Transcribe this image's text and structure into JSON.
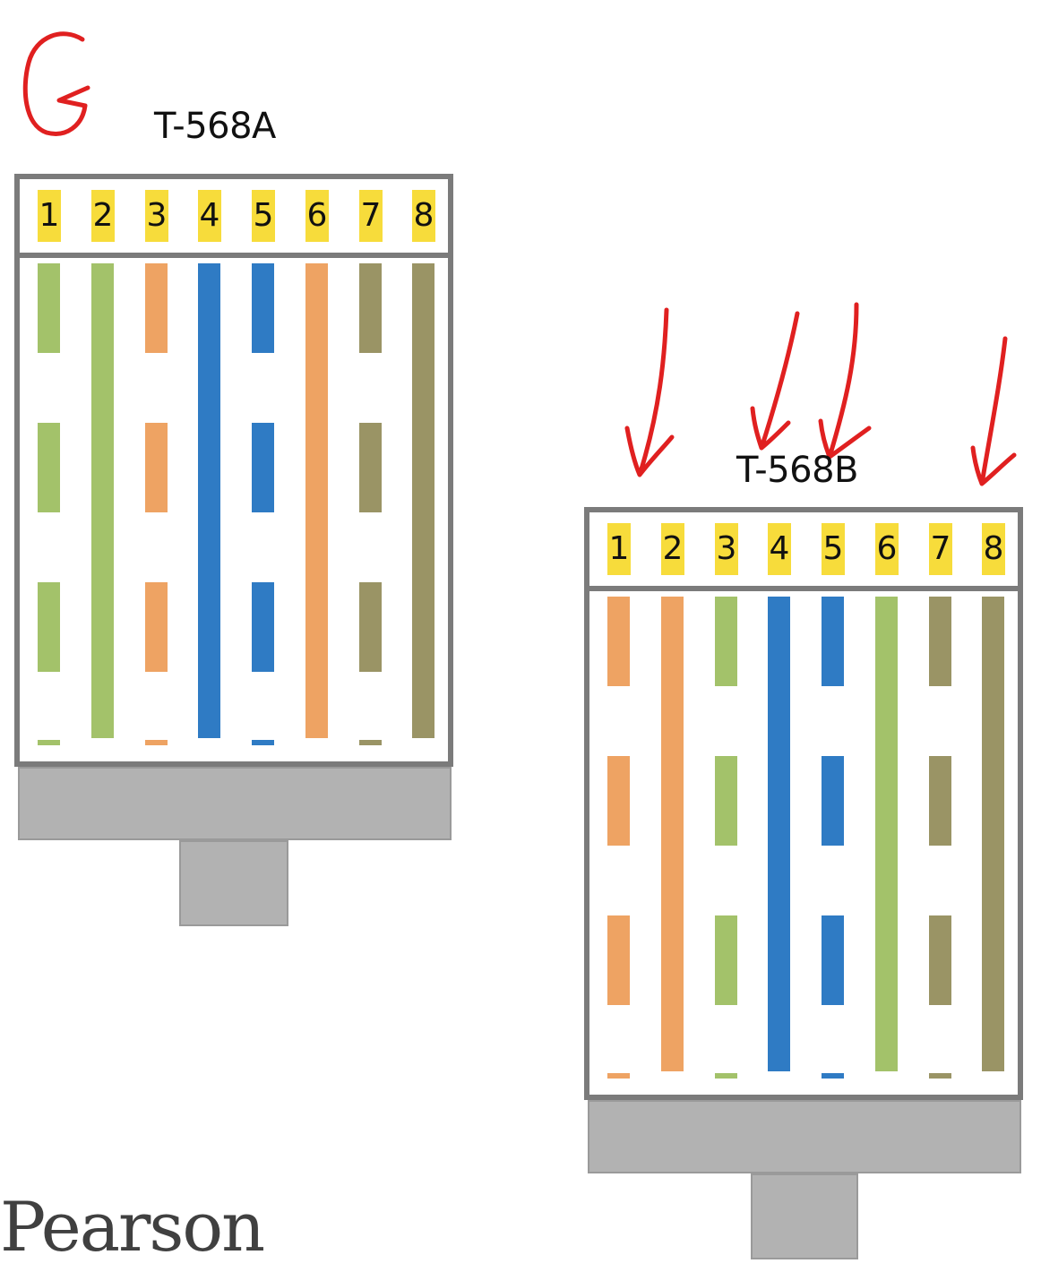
{
  "annotation_letter": "G",
  "plugs": [
    {
      "key": "a",
      "title": "T-568A",
      "pins": [
        "1",
        "2",
        "3",
        "4",
        "5",
        "6",
        "7",
        "8"
      ],
      "wires": [
        {
          "color": "#a3c26a",
          "striped": true
        },
        {
          "color": "#a3c26a",
          "striped": false
        },
        {
          "color": "#eea363",
          "striped": true
        },
        {
          "color": "#2f7bc4",
          "striped": false
        },
        {
          "color": "#2f7bc4",
          "striped": true
        },
        {
          "color": "#eea363",
          "striped": false
        },
        {
          "color": "#9a9465",
          "striped": true
        },
        {
          "color": "#9a9465",
          "striped": false
        }
      ]
    },
    {
      "key": "b",
      "title": "T-568B",
      "pins": [
        "1",
        "2",
        "3",
        "4",
        "5",
        "6",
        "7",
        "8"
      ],
      "wires": [
        {
          "color": "#eea363",
          "striped": true
        },
        {
          "color": "#eea363",
          "striped": false
        },
        {
          "color": "#a3c26a",
          "striped": true
        },
        {
          "color": "#2f7bc4",
          "striped": false
        },
        {
          "color": "#2f7bc4",
          "striped": true
        },
        {
          "color": "#a3c26a",
          "striped": false
        },
        {
          "color": "#9a9465",
          "striped": true
        },
        {
          "color": "#9a9465",
          "striped": false
        }
      ],
      "highlighted_pins": [
        "1",
        "4",
        "5",
        "8"
      ]
    }
  ],
  "annotation_color": "#e02020",
  "logo_text": "Pearson"
}
